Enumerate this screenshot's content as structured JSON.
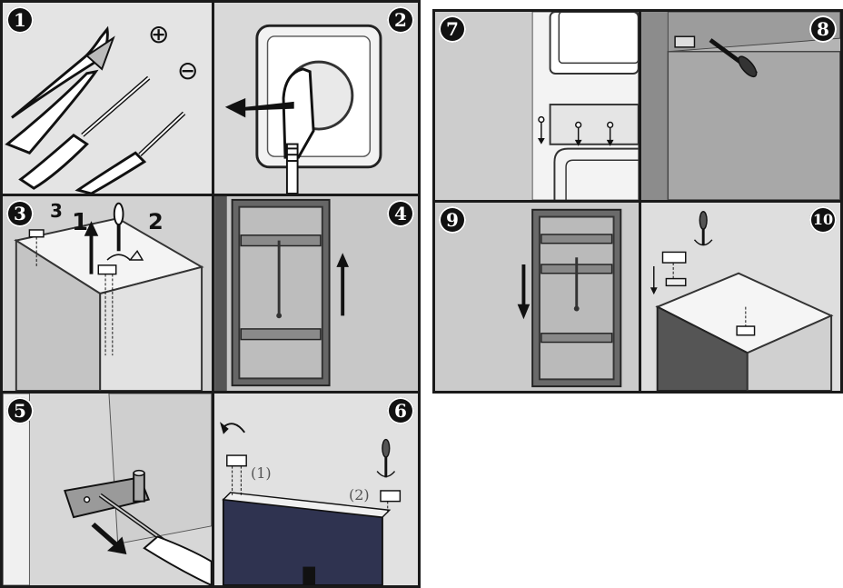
{
  "panels": [
    {
      "number": "1"
    },
    {
      "number": "2"
    },
    {
      "number": "3",
      "labels": [
        "3",
        "1",
        "2"
      ]
    },
    {
      "number": "4"
    },
    {
      "number": "5"
    },
    {
      "number": "6",
      "labels": [
        "(1)",
        "(2)"
      ]
    },
    {
      "number": "7"
    },
    {
      "number": "8"
    },
    {
      "number": "9"
    },
    {
      "number": "10"
    }
  ],
  "tool_symbols": {
    "plus": "⊕",
    "minus": "⊖"
  }
}
